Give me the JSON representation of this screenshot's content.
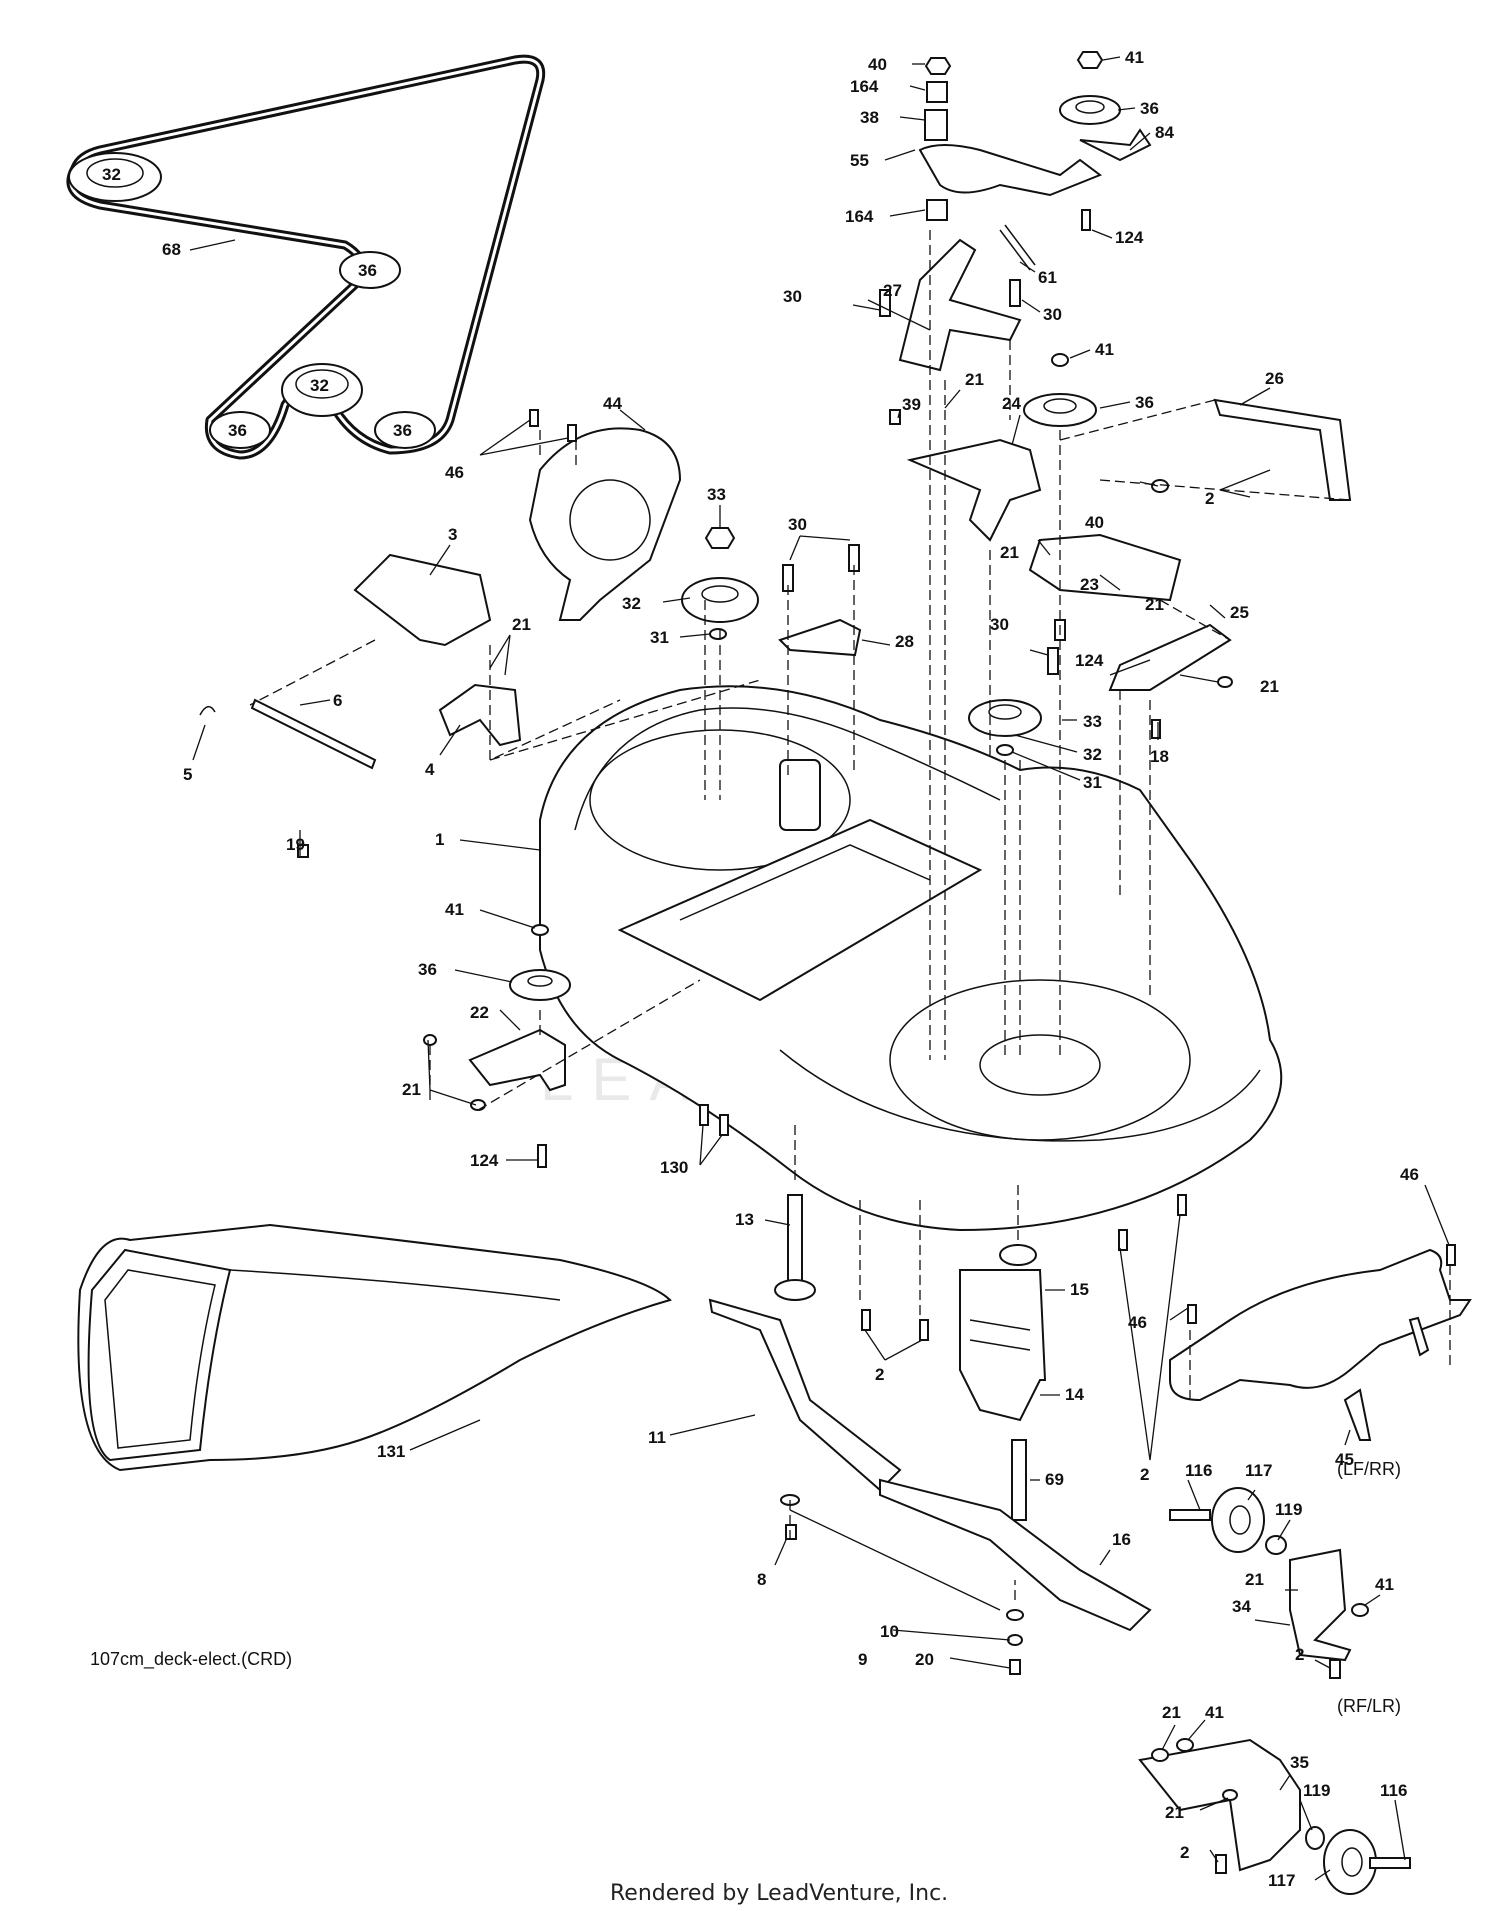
{
  "diagram_code": "107cm_deck-elect.(CRD)",
  "footer": "Rendered by LeadVenture, Inc.",
  "watermark": "LEADVENTURE",
  "variant_labels": {
    "lf_rr": "(LF/RR)",
    "rf_lr": "(RF/LR)"
  },
  "belt_pulley_labels": {
    "left": "32",
    "right": "36",
    "center": "32",
    "bottom_left": "36",
    "bottom_right": "36"
  },
  "callouts": {
    "c40a": "40",
    "c164a": "164",
    "c38": "38",
    "c55": "55",
    "c164b": "164",
    "c41a": "41",
    "c36a": "36",
    "c84": "84",
    "c124a": "124",
    "c61": "61",
    "c30a": "30",
    "c27": "27",
    "c30b": "30",
    "c41b": "41",
    "c39": "39",
    "c21a": "21",
    "c24": "24",
    "c36b": "36",
    "c26": "26",
    "c2a": "2",
    "c40b": "40",
    "c21b": "21",
    "c23": "23",
    "c21c": "21",
    "c25": "25",
    "c30c": "30",
    "c124b": "124",
    "c21d": "21",
    "c33b": "33",
    "c32c": "32",
    "c31b": "31",
    "c18": "18",
    "c68": "68",
    "c46a": "46",
    "c44": "44",
    "c33a": "33",
    "c30d": "30",
    "c32b": "32",
    "c31a": "31",
    "c28": "28",
    "c3": "3",
    "c21e": "21",
    "c6": "6",
    "c5": "5",
    "c4": "4",
    "c19": "19",
    "c1": "1",
    "c41c": "41",
    "c36c": "36",
    "c22": "22",
    "c21f": "21",
    "c124c": "124",
    "c130": "130",
    "c46b": "46",
    "c46c": "46",
    "c2b": "2",
    "c45": "45",
    "c13": "13",
    "c15": "15",
    "c2c": "2",
    "c14": "14",
    "c11": "11",
    "c131": "131",
    "c69": "69",
    "c16": "16",
    "c8": "8",
    "c10": "10",
    "c9": "9",
    "c20": "20",
    "c116a": "116",
    "c117a": "117",
    "c119a": "119",
    "c21g": "21",
    "c41d": "41",
    "c34": "34",
    "c2d": "2",
    "c21h": "21",
    "c41e": "41",
    "c35": "35",
    "c21i": "21",
    "c119b": "119",
    "c116b": "116",
    "c2e": "2",
    "c117b": "117"
  }
}
